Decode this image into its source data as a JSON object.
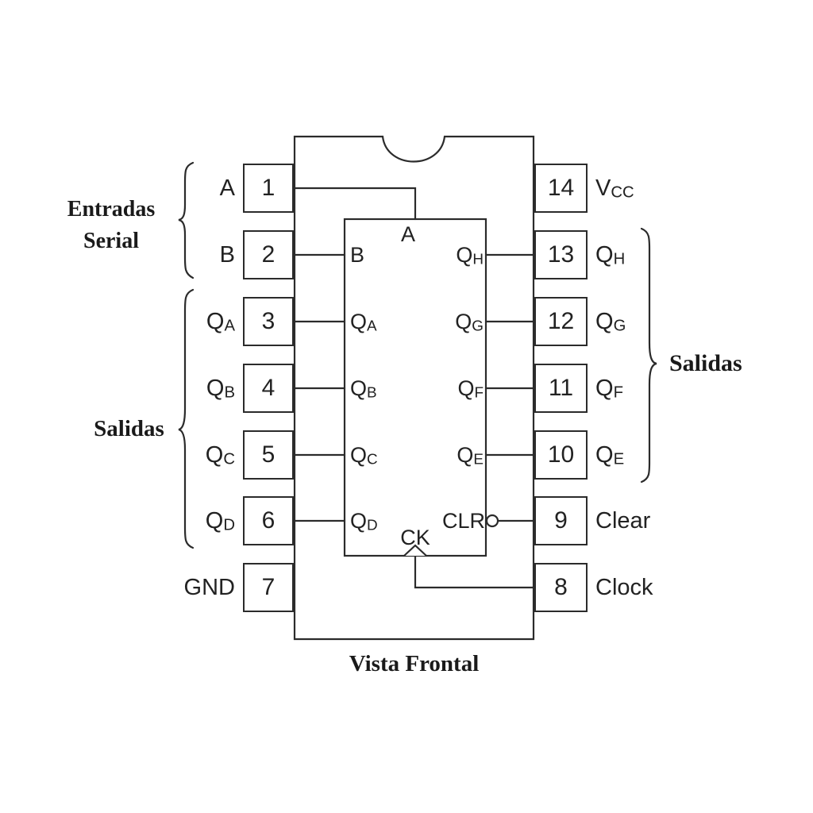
{
  "title": "Vista Frontal",
  "colors": {
    "ink": "#2b2b2b",
    "background": "#ffffff"
  },
  "braces": {
    "entradas_serial": {
      "line1": "Entradas",
      "line2": "Serial"
    },
    "salidas_left": "Salidas",
    "salidas_right": "Salidas"
  },
  "pins_left": [
    {
      "number": "1",
      "label": "A",
      "sub": ""
    },
    {
      "number": "2",
      "label": "B",
      "sub": ""
    },
    {
      "number": "3",
      "label": "Q",
      "sub": "A"
    },
    {
      "number": "4",
      "label": "Q",
      "sub": "B"
    },
    {
      "number": "5",
      "label": "Q",
      "sub": "C"
    },
    {
      "number": "6",
      "label": "Q",
      "sub": "D"
    },
    {
      "number": "7",
      "label": "GND",
      "sub": ""
    }
  ],
  "pins_right": [
    {
      "number": "14",
      "label": "V",
      "sub": "CC"
    },
    {
      "number": "13",
      "label": "Q",
      "sub": "H"
    },
    {
      "number": "12",
      "label": "Q",
      "sub": "G"
    },
    {
      "number": "11",
      "label": "Q",
      "sub": "F"
    },
    {
      "number": "10",
      "label": "Q",
      "sub": "E"
    },
    {
      "number": "9",
      "label": "Clear",
      "sub": ""
    },
    {
      "number": "8",
      "label": "Clock",
      "sub": ""
    }
  ],
  "chip": {
    "top_input": "A",
    "left_ports": [
      {
        "label": "B",
        "sub": ""
      },
      {
        "label": "Q",
        "sub": "A"
      },
      {
        "label": "Q",
        "sub": "B"
      },
      {
        "label": "Q",
        "sub": "C"
      },
      {
        "label": "Q",
        "sub": "D"
      }
    ],
    "right_ports": [
      {
        "label": "Q",
        "sub": "H"
      },
      {
        "label": "Q",
        "sub": "G"
      },
      {
        "label": "Q",
        "sub": "F"
      },
      {
        "label": "Q",
        "sub": "E"
      }
    ],
    "clear_port": "CLR",
    "clock_port": "CK"
  },
  "icons": {
    "clear_bubble": "inverted-input-bubble",
    "clock_triangle": "edge-trigger-caret",
    "notch": "dip-package-notch"
  }
}
